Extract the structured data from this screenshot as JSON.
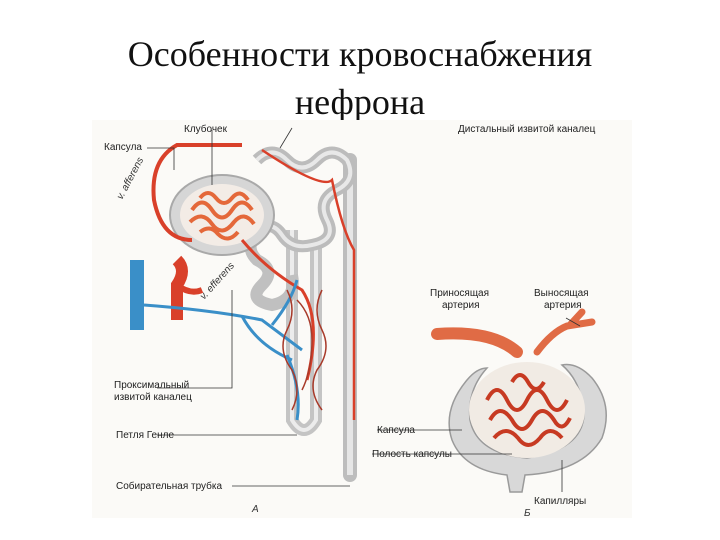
{
  "slide": {
    "title_line1": "Особенности кровоснабжения",
    "title_line2": "нефрона"
  },
  "figure_a": {
    "labels": {
      "kapsula": "Капсула",
      "klubochek": "Клубочек",
      "distal": "Дистальный извитой каналец",
      "v_afferens": "v. afferens",
      "v_efferens": "v. efferens",
      "proximal_line1": "Проксимальный",
      "proximal_line2": "извитой каналец",
      "henle": "Петля Генле",
      "collecting": "Собирательная трубка",
      "panel_letter": "А"
    }
  },
  "figure_b": {
    "labels": {
      "afferent_line1": "Приносящая",
      "afferent_line2": "артерия",
      "efferent_line1": "Выносящая",
      "efferent_line2": "артерия",
      "kapsula": "Капсула",
      "cavity": "Полость капсулы",
      "capillaries": "Капилляры",
      "panel_letter": "Б"
    }
  },
  "colors": {
    "artery": "#d9402a",
    "glomerulus": "#e86a3a",
    "vein": "#3a8fc8",
    "tubule": "#bfbfbf",
    "capsule": "#d8d8d8"
  }
}
